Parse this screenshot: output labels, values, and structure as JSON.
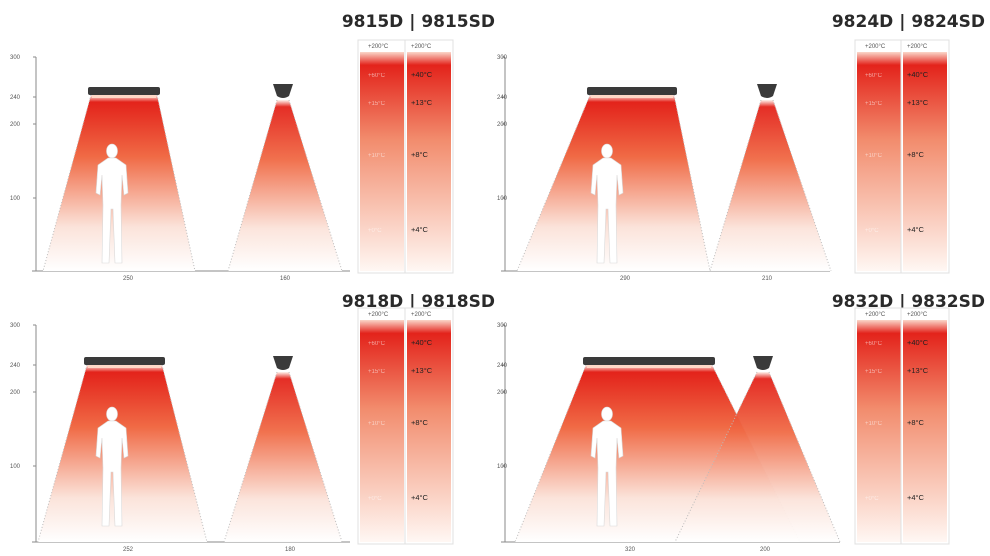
{
  "panels": [
    {
      "title": "9815D | 9815SD",
      "y_ticks": [
        "300",
        "240",
        "200",
        "100"
      ],
      "x_labels": [
        "250",
        "160"
      ],
      "heater_type": "wide",
      "small_bar_labels": [
        "+200°C",
        "+60°C",
        "+15°C",
        "+10°C",
        "+0°C"
      ],
      "large_bar_labels": [
        "+200°C",
        "+40°C",
        "+13°C",
        "+8°C",
        "+4°C"
      ]
    },
    {
      "title": "9824D | 9824SD",
      "y_ticks": [
        "300",
        "240",
        "200",
        "100"
      ],
      "x_labels": [
        "290",
        "210"
      ],
      "heater_type": "wide",
      "small_bar_labels": [
        "+200°C",
        "+60°C",
        "+15°C",
        "+10°C",
        "+0°C"
      ],
      "large_bar_labels": [
        "+200°C",
        "+40°C",
        "+13°C",
        "+8°C",
        "+4°C"
      ]
    },
    {
      "title": "9818D | 9818SD",
      "y_ticks": [
        "300",
        "240",
        "200",
        "100"
      ],
      "x_labels": [
        "252",
        "180"
      ],
      "heater_type": "wide",
      "small_bar_labels": [
        "+200°C",
        "+60°C",
        "+15°C",
        "+10°C",
        "+0°C"
      ],
      "large_bar_labels": [
        "+200°C",
        "+40°C",
        "+13°C",
        "+8°C",
        "+4°C"
      ]
    },
    {
      "title": "9832D | 9832SD",
      "y_ticks": [
        "300",
        "240",
        "200",
        "100"
      ],
      "x_labels": [
        "320",
        "200"
      ],
      "heater_type": "wide",
      "small_bar_labels": [
        "+200°C",
        "+60°C",
        "+15°C",
        "+10°C",
        "+0°C"
      ],
      "large_bar_labels": [
        "+200°C",
        "+40°C",
        "+13°C",
        "+8°C",
        "+4°C"
      ]
    }
  ],
  "colors": {
    "hot": "#e3231b",
    "mid": "#f06a45",
    "cool": "#fbe3da",
    "heater": "#3a3a3a"
  }
}
